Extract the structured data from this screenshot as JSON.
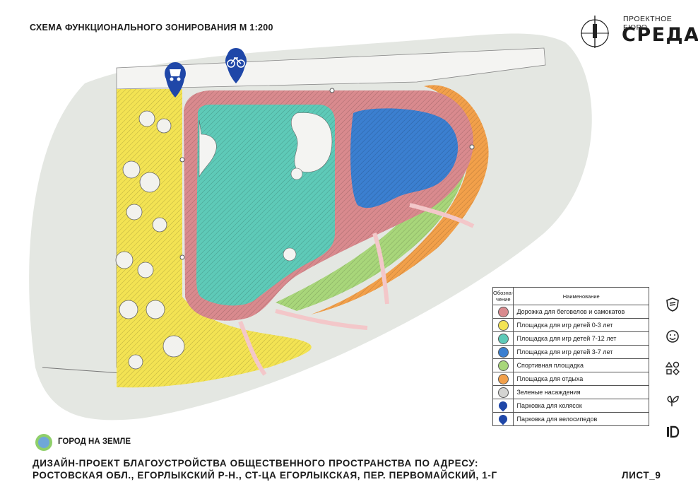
{
  "header": {
    "title": "СХЕМА ФУНКЦИОНАЛЬНОГО ЗОНИРОВАНИЯ М 1:200",
    "brand_small": "ПРОЕКТНОЕ БЮРО",
    "brand_big": "СРЕДА"
  },
  "colors": {
    "path": "#d98a8e",
    "age_0_3": "#f3e353",
    "age_7_12": "#5ecab8",
    "age_3_7": "#3b7fd0",
    "sport": "#a8d67a",
    "rest": "#f2a04a",
    "green": "#d4d4d2",
    "pin": "#1f47a8"
  },
  "legend": {
    "col_symbol": "Обозна-\nчение",
    "col_name": "Наименование",
    "items": [
      {
        "label": "Дорожка для беговелов и самокатов",
        "color": "#d98a8e",
        "symbol": "dot"
      },
      {
        "label": "Площадка для игр детей 0-3 лет",
        "color": "#f3e353",
        "symbol": "dot"
      },
      {
        "label": "Площадка для игр детей 7-12 лет",
        "color": "#5ecab8",
        "symbol": "dot"
      },
      {
        "label": "Площадка для игр детей 3-7 лет",
        "color": "#3b7fd0",
        "symbol": "dot"
      },
      {
        "label": "Спортивная площадка",
        "color": "#a8d67a",
        "symbol": "dot"
      },
      {
        "label": "Площадка для отдыха",
        "color": "#f2a04a",
        "symbol": "dot"
      },
      {
        "label": "Зеленые насаждения",
        "color": "#d4d4d2",
        "symbol": "dot"
      },
      {
        "label": "Парковка для колясок",
        "color": "#1f47a8",
        "symbol": "pin"
      },
      {
        "label": "Парковка для велосипедов",
        "color": "#1f47a8",
        "symbol": "pin"
      }
    ]
  },
  "logo_text": "ГОРОД НА ЗЕМЛЕ",
  "footer": {
    "line1": "ДИЗАЙН-ПРОЕКТ БЛАГОУСТРОЙСТВА ОБЩЕСТВЕННОГО ПРОСТРАНСТВА ПО АДРЕСУ:",
    "line2": "РОСТОВСКАЯ ОБЛ., ЕГОРЛЫКСКИЙ Р-Н., СТ-ЦА ЕГОРЛЫКСКАЯ, ПЕР. ПЕРВОМАЙСКИЙ, 1-Г",
    "sheet": "ЛИСТ_9"
  },
  "side_icons": [
    "shield-icon",
    "smile-icon",
    "shapes-icon",
    "leaf-icon",
    "id-icon"
  ]
}
